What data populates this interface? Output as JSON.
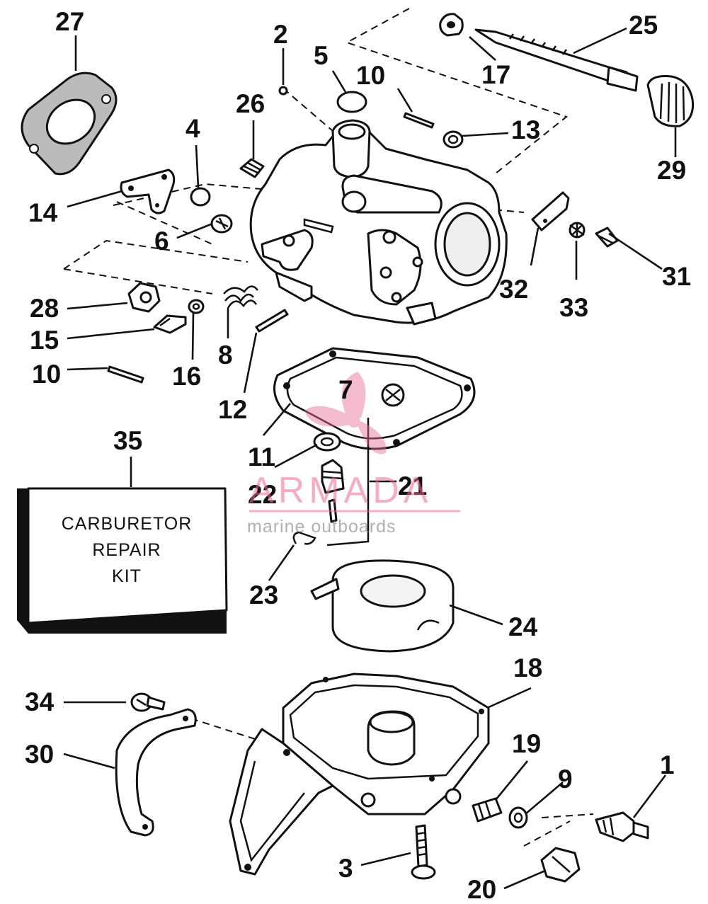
{
  "callouts": {
    "n1": "1",
    "n2": "2",
    "n3": "3",
    "n4": "4",
    "n5": "5",
    "n6": "6",
    "n7": "7",
    "n8": "8",
    "n9": "9",
    "n10a": "10",
    "n10b": "10",
    "n11": "11",
    "n12": "12",
    "n13": "13",
    "n14": "14",
    "n15": "15",
    "n16": "16",
    "n17": "17",
    "n18": "18",
    "n19": "19",
    "n20": "20",
    "n21": "21",
    "n22": "22",
    "n23": "23",
    "n24": "24",
    "n25": "25",
    "n26": "26",
    "n27": "27",
    "n28": "28",
    "n29": "29",
    "n30": "30",
    "n31": "31",
    "n32": "32",
    "n33": "33",
    "n34": "34",
    "n35": "35"
  },
  "kit": {
    "line1": "CARBURETOR",
    "line2": "REPAIR",
    "line3": "KIT"
  },
  "watermark": {
    "brand": "ARMADA",
    "tagline": "marine outboards",
    "color": "#e86a96"
  }
}
